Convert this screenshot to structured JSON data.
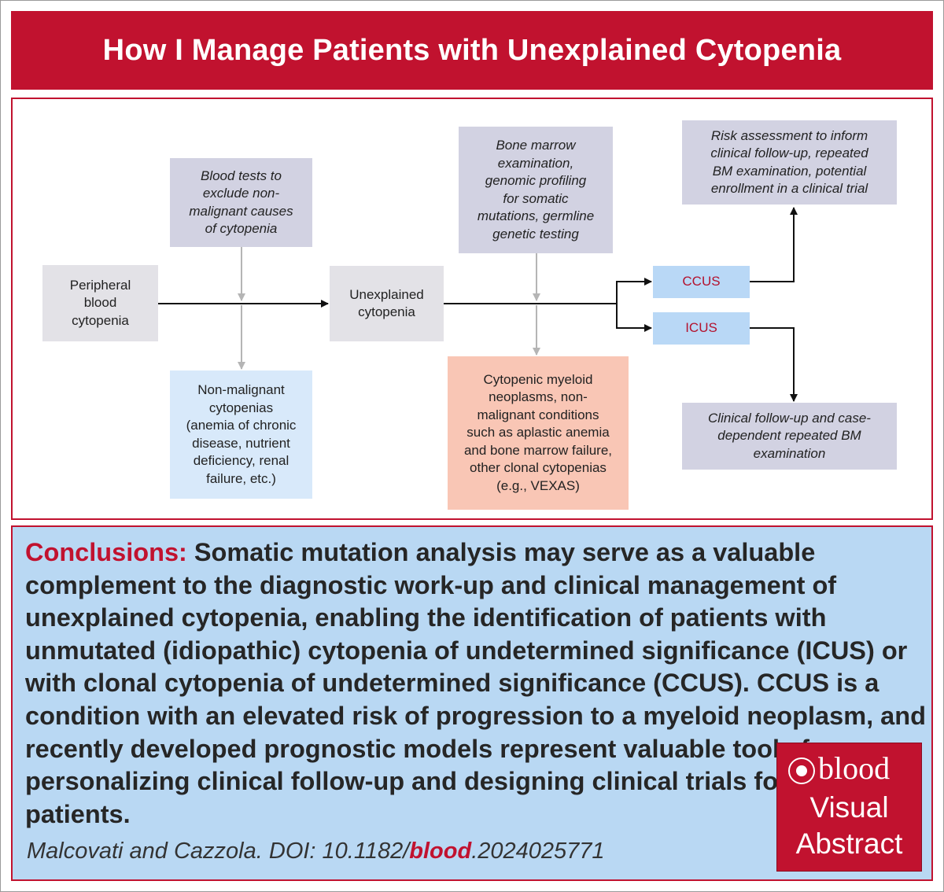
{
  "title": "How I Manage Patients with Unexplained Cytopenia",
  "flow": {
    "peripheral": "Peripheral\nblood\ncytopenia",
    "blood_tests": "Blood tests to\nexclude non-\nmalignant causes\nof cytopenia",
    "unexplained": "Unexplained\ncytopenia",
    "non_malignant": "Non-malignant\ncytopenias\n(anemia of chronic\ndisease, nutrient\ndeficiency, renal\nfailure, etc.)",
    "bone_marrow": "Bone marrow\nexamination,\ngenomic profiling\nfor somatic\nmutations, germline\ngenetic testing",
    "myeloid": "Cytopenic myeloid\nneoplasms, non-\nmalignant conditions\nsuch as aplastic anemia\nand bone marrow failure,\nother clonal cytopenias\n(e.g., VEXAS)",
    "ccus": "CCUS",
    "icus": "ICUS",
    "risk": "Risk assessment to inform\nclinical follow-up, repeated\nBM examination, potential\nenrollment in a clinical trial",
    "followup": "Clinical follow-up and case-\ndependent repeated BM\nexamination"
  },
  "conclusions": {
    "label": "Conclusions:",
    "text": " Somatic mutation analysis may serve as a valuable complement to the diagnostic work-up and clinical management of unexplained cytopenia, enabling the identification of patients with unmutated (idiopathic) cytopenia of undetermined significance (ICUS) or with clonal cytopenia of undetermined significance (CCUS). CCUS is a condition with an elevated risk of progression to a myeloid neoplasm, and recently developed prognostic models represent valuable tools for personalizing clinical follow-up and designing clinical trials for these patients."
  },
  "citation": {
    "prefix": "Malcovati and Cazzola. DOI: 10.1182/",
    "journal": "blood",
    "suffix": ".2024025771"
  },
  "logo": {
    "brand": "blood",
    "line1": "Visual",
    "line2": "Abstract"
  },
  "colors": {
    "accent": "#c1122f",
    "conclusions_bg": "#b9d8f3",
    "arrow_black": "#111111",
    "arrow_grey": "#b5b5b5"
  }
}
